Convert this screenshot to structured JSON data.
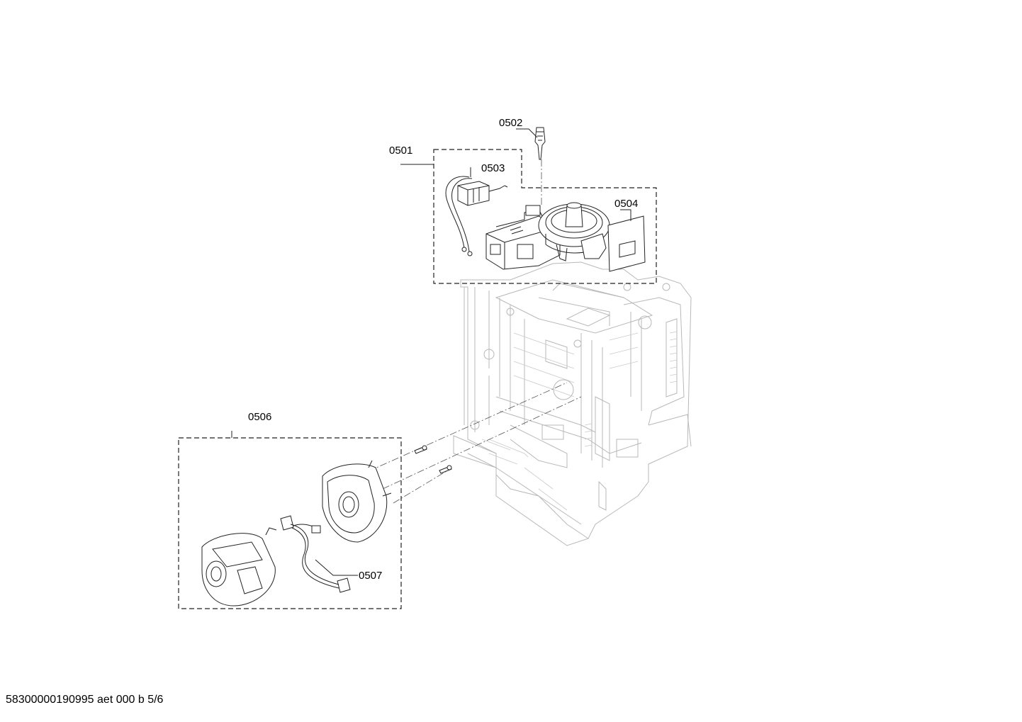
{
  "labels": {
    "p0501": "0501",
    "p0502": "0502",
    "p0503": "0503",
    "p0504": "0504",
    "p0506": "0506",
    "p0507": "0507"
  },
  "footer": "58300000190995 aet 000 b 5/6"
}
